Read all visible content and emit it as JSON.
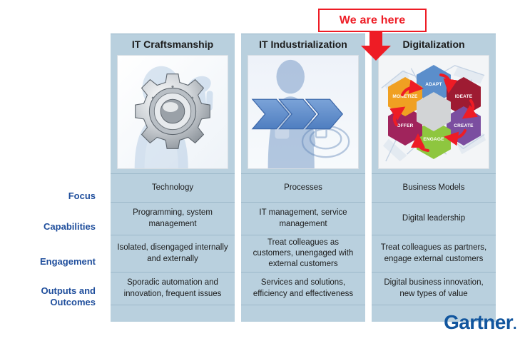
{
  "callout": {
    "text": "We are here",
    "border_color": "#ee1c25",
    "text_color": "#ee1c25",
    "arrow_color": "#ee1c25",
    "arrow_name": "down-arrow"
  },
  "matrix": {
    "columns": [
      {
        "header": "IT Craftsmanship",
        "image_name": "gear-with-scientist-photo",
        "cells": [
          "Technology",
          "Programming, system management",
          "Isolated, disengaged internally and externally",
          "Sporadic automation and innovation, frequent issues"
        ]
      },
      {
        "header": "IT Industrialization",
        "image_name": "worker-with-chevrons-photo",
        "cells": [
          "Processes",
          "IT management, service management",
          "Treat colleagues as customers, unengaged with external customers",
          "Services and solutions, efficiency and effectiveness"
        ]
      },
      {
        "header": "Digitalization",
        "image_name": "hexagon-digital-business-wheel",
        "cells": [
          "Business Models",
          "Digital leadership",
          "Treat colleagues as partners, engage external customers",
          "Digital business innovation, new types of value"
        ]
      }
    ],
    "row_labels": [
      "Focus",
      "Capabilities",
      "Engagement",
      "Outputs and Outcomes"
    ],
    "cell_background": "#b9d2e0",
    "row_label_color": "#1f4e9c"
  },
  "artwork": {
    "hexagons": [
      {
        "label": "ADAPT",
        "color": "#5b8ecb"
      },
      {
        "label": "IDEATE",
        "color": "#9e1b32"
      },
      {
        "label": "CREATE",
        "color": "#7b4ea0"
      },
      {
        "label": "ENGAGE",
        "color": "#8ec63f"
      },
      {
        "label": "OFFER",
        "color": "#a0245c"
      },
      {
        "label": "MONETIZE",
        "color": "#f0a022"
      }
    ]
  },
  "logo": {
    "text": "Gartner",
    "mark": ".",
    "color": "#12569e"
  }
}
